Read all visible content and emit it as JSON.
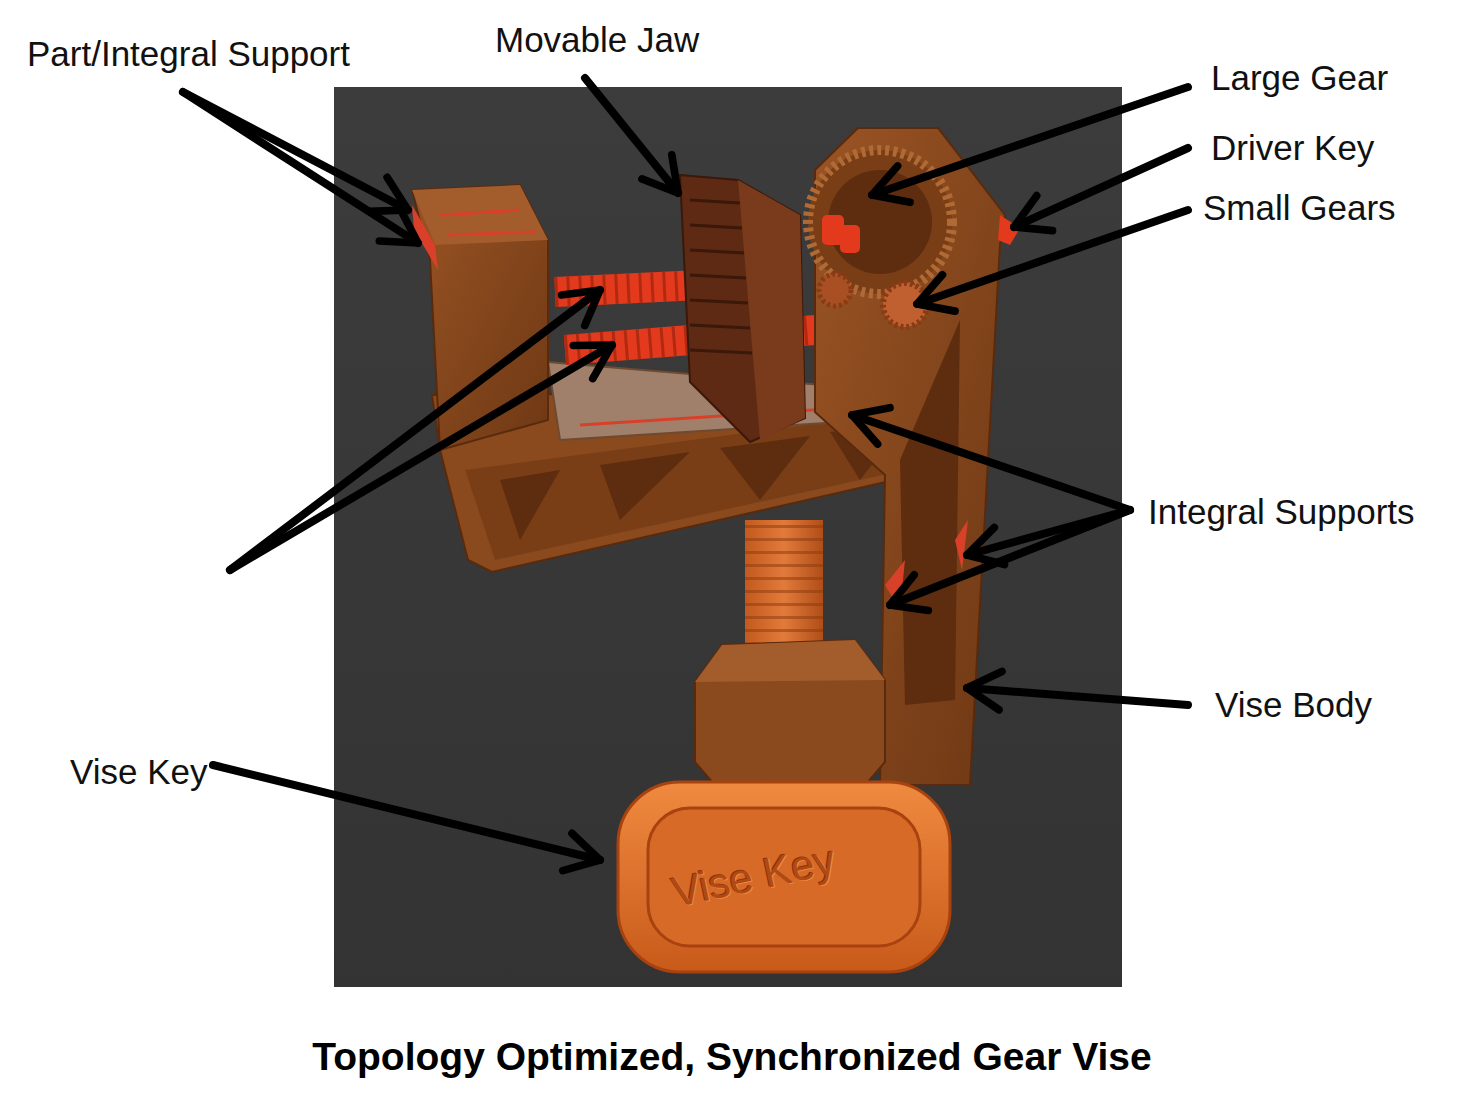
{
  "diagram": {
    "title": "Topology Optimized, Synchronized Gear Vise",
    "labels": [
      "Part/Integral Support",
      "Movable Jaw",
      "Large Gear",
      "Driver Key",
      "Small Gears",
      "Integral Supports",
      "Vise Body",
      "Vise Key",
      "Vise Key"
    ]
  }
}
